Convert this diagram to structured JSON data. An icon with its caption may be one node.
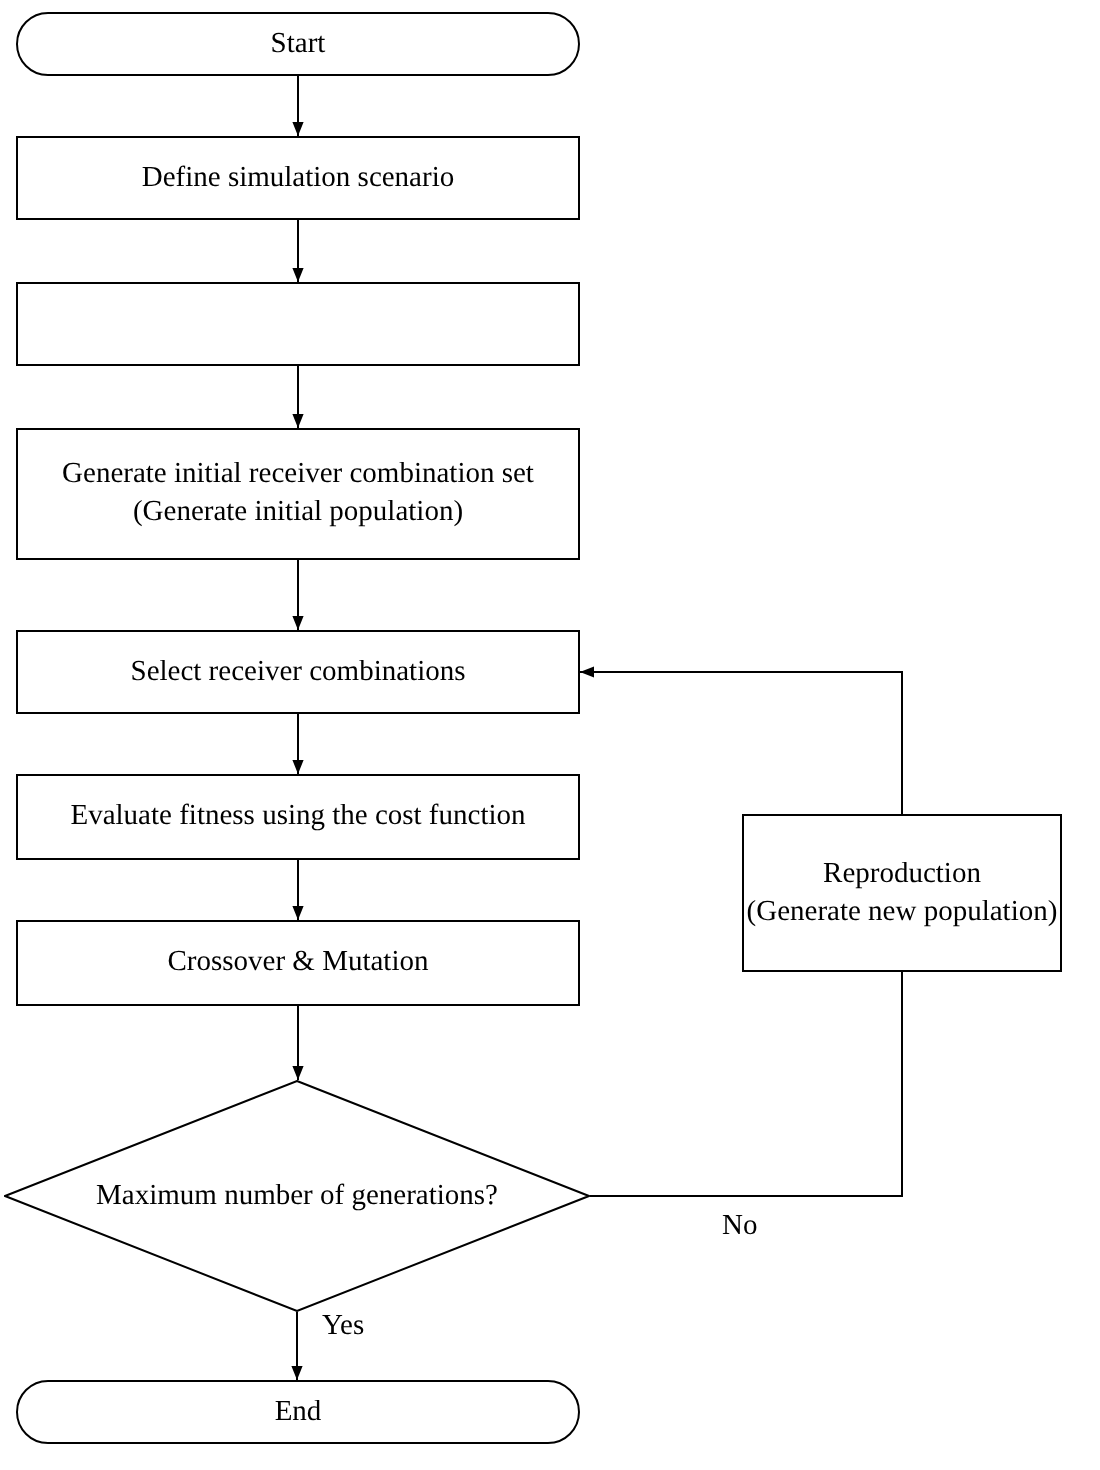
{
  "diagram": {
    "nodes": [
      {
        "text": [
          "Start"
        ]
      },
      {
        "text": [
          "Define simulation scenario"
        ]
      },
      {
        "text": [],
        "shape": "box"
      },
      {
        "text": [
          "Generate initial receiver combination set",
          "(Generate initial population)"
        ]
      },
      {
        "text": [
          "Select receiver combinations"
        ]
      },
      {
        "text": [
          "Evaluate fitness using the cost function"
        ]
      },
      {
        "text": [
          "Crossover & Mutation"
        ]
      },
      {
        "text": [
          "Maximum number of generations?"
        ]
      },
      {
        "text": [
          "End"
        ]
      },
      {
        "text": [
          "Reproduction",
          "(Generate new population)"
        ]
      }
    ],
    "edges": [
      {
        "from": 0,
        "to": 1,
        "arrow": "to"
      },
      {
        "from": 1,
        "to": 2,
        "arrow": "to"
      },
      {
        "from": 2,
        "to": 3,
        "arrow": "to"
      },
      {
        "from": 3,
        "to": 4,
        "arrow": "to"
      },
      {
        "from": 4,
        "to": 5,
        "arrow": "to"
      },
      {
        "from": 5,
        "to": 6,
        "arrow": "to"
      },
      {
        "from": 6,
        "to": 7,
        "arrow": "to"
      },
      {
        "from": 7,
        "to": 8,
        "label": "Yes",
        "arrow": "to"
      },
      {
        "from": 7,
        "to": 9,
        "label": "No",
        "arrow": "none"
      },
      {
        "from": 9,
        "to": 4,
        "arrow": "to"
      }
    ]
  }
}
